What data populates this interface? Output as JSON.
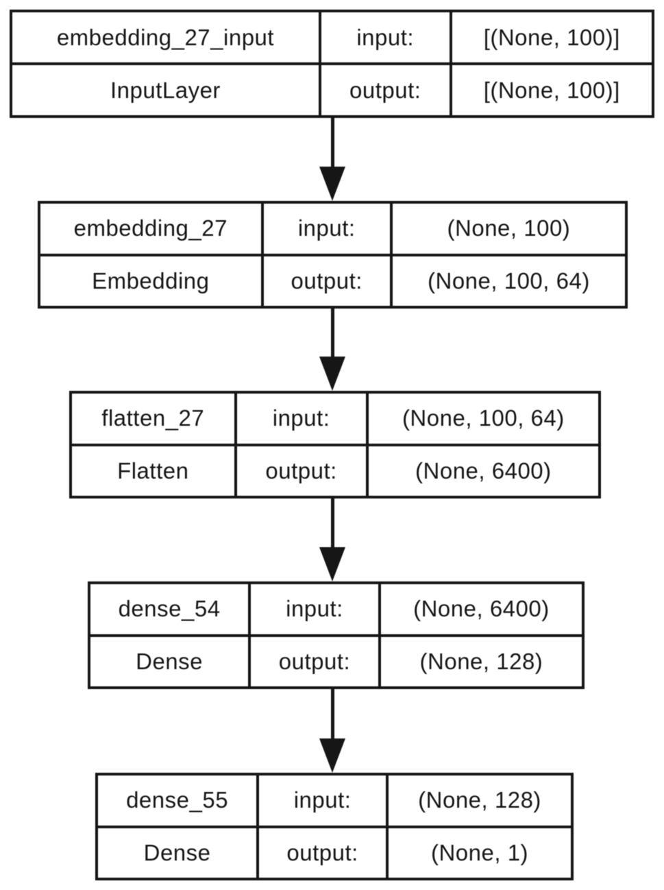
{
  "diagram": {
    "type": "keras-model-architecture",
    "colors": {
      "background": "#ffffff",
      "border": "#161616",
      "text": "#161616"
    },
    "labels": {
      "input": "input:",
      "output": "output:"
    },
    "layers": [
      {
        "name": "embedding_27_input",
        "class": "InputLayer",
        "input_shape": "[(None, 100)]",
        "output_shape": "[(None, 100)]"
      },
      {
        "name": "embedding_27",
        "class": "Embedding",
        "input_shape": "(None, 100)",
        "output_shape": "(None, 100, 64)"
      },
      {
        "name": "flatten_27",
        "class": "Flatten",
        "input_shape": "(None, 100, 64)",
        "output_shape": "(None, 6400)"
      },
      {
        "name": "dense_54",
        "class": "Dense",
        "input_shape": "(None, 6400)",
        "output_shape": "(None, 128)"
      },
      {
        "name": "dense_55",
        "class": "Dense",
        "input_shape": "(None, 128)",
        "output_shape": "(None, 1)"
      }
    ]
  }
}
